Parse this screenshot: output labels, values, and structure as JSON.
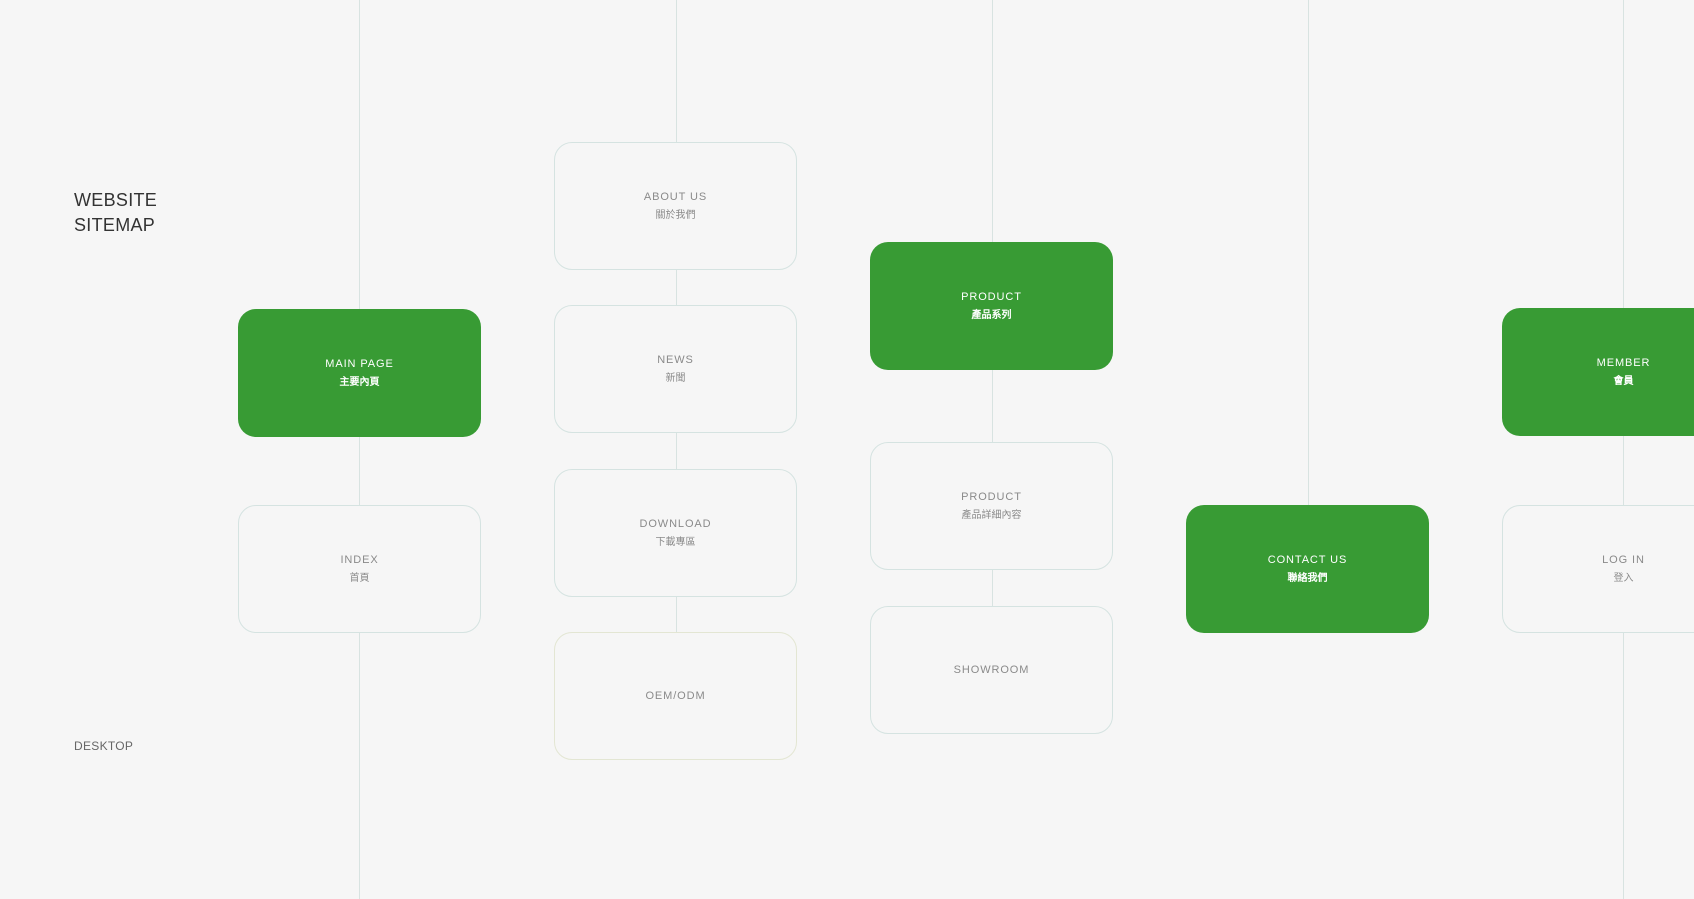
{
  "header": {
    "title_line1": "WEBSITE",
    "title_line2": "SITEMAP",
    "device_label": "DESKTOP"
  },
  "colors": {
    "primary": "#389b34",
    "border": "#d5e3e1",
    "line": "#d8e3e1",
    "background": "#f6f6f6"
  },
  "nodes": {
    "main_page": {
      "en": "MAIN PAGE",
      "zh": "主要內頁"
    },
    "index": {
      "en": "INDEX",
      "zh": "首頁"
    },
    "about_us": {
      "en": "ABOUT US",
      "zh": "關於我們"
    },
    "news": {
      "en": "NEWS",
      "zh": "新聞"
    },
    "download": {
      "en": "DOWNLOAD",
      "zh": "下載專區"
    },
    "oem_odm": {
      "en": "OEM/ODM"
    },
    "product": {
      "en": "PRODUCT",
      "zh": "產品系列"
    },
    "product_detail": {
      "en": "PRODUCT",
      "zh": "產品詳細內容"
    },
    "showroom": {
      "en": "SHOWROOM"
    },
    "contact_us": {
      "en": "CONTACT US",
      "zh": "聯絡我們"
    },
    "member": {
      "en": "MEMBER",
      "zh": "會員"
    },
    "log_in": {
      "en": "LOG IN",
      "zh": "登入"
    }
  }
}
